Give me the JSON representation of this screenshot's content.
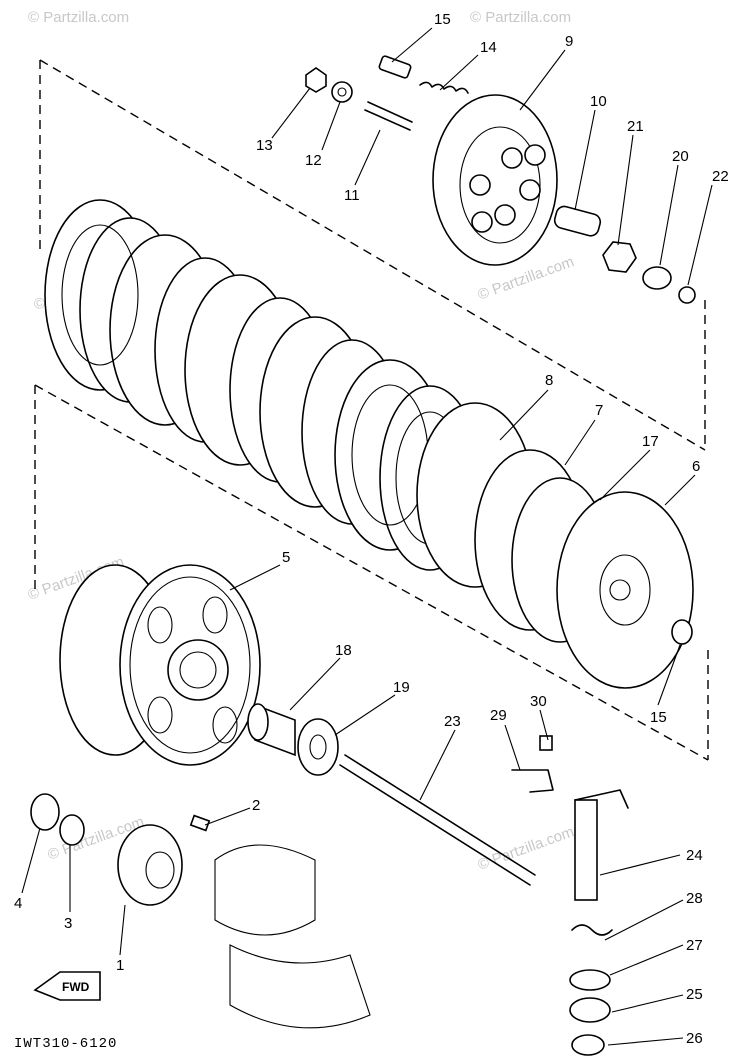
{
  "diagram": {
    "watermark": "© Partzilla.com",
    "code": "IWT310-6120",
    "fwd_label": "FWD",
    "callouts": {
      "c1": "1",
      "c2": "2",
      "c3": "3",
      "c4": "4",
      "c5": "5",
      "c6": "6",
      "c7": "7",
      "c8": "8",
      "c9": "9",
      "c10": "10",
      "c11": "11",
      "c12": "12",
      "c13": "13",
      "c14": "14",
      "c15": "15",
      "c16": "15",
      "c17": "17",
      "c18": "18",
      "c19": "19",
      "c20": "20",
      "c21": "21",
      "c22": "22",
      "c23": "23",
      "c24": "24",
      "c25": "25",
      "c26": "26",
      "c27": "27",
      "c28": "28",
      "c29": "29",
      "c30": "30"
    }
  }
}
